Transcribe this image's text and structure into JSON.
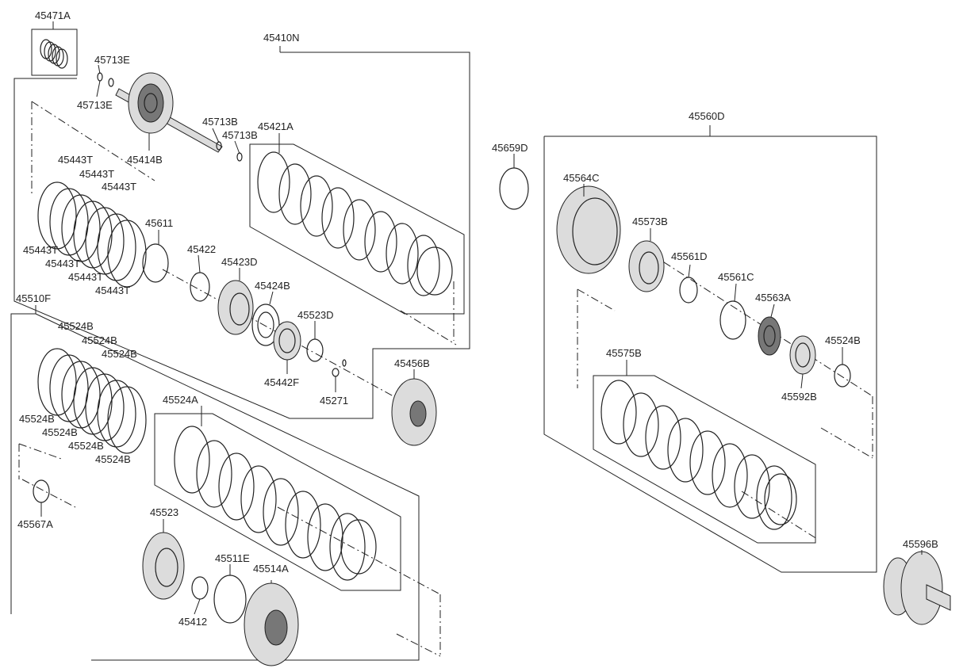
{
  "diagram": {
    "labels": {
      "p45471A": "45471A",
      "p45410N": "45410N",
      "p45713E_top": "45713E",
      "p45713E_bottom": "45713E",
      "p45414B": "45414B",
      "p45713B_a": "45713B",
      "p45713B_b": "45713B",
      "p45421A": "45421A",
      "p45443T_1": "45443T",
      "p45443T_2": "45443T",
      "p45443T_3": "45443T",
      "p45443T_4": "45443T",
      "p45443T_5": "45443T",
      "p45443T_6": "45443T",
      "p45443T_7": "45443T",
      "p45611": "45611",
      "p45422": "45422",
      "p45423D": "45423D",
      "p45424B": "45424B",
      "p45523D": "45523D",
      "p45442F": "45442F",
      "p45271": "45271",
      "p45456B": "45456B",
      "p45510F": "45510F",
      "p45524B_1": "45524B",
      "p45524B_2": "45524B",
      "p45524B_3": "45524B",
      "p45524B_4": "45524B",
      "p45524B_5": "45524B",
      "p45524B_6": "45524B",
      "p45524B_7": "45524B",
      "p45524A": "45524A",
      "p45567A": "45567A",
      "p45523": "45523",
      "p45511E": "45511E",
      "p45514A": "45514A",
      "p45412": "45412",
      "p45659D": "45659D",
      "p45560D": "45560D",
      "p45564C": "45564C",
      "p45573B": "45573B",
      "p45561D": "45561D",
      "p45561C": "45561C",
      "p45563A": "45563A",
      "p45524B_r": "45524B",
      "p45592B": "45592B",
      "p45575B": "45575B",
      "p45596B": "45596B"
    }
  }
}
